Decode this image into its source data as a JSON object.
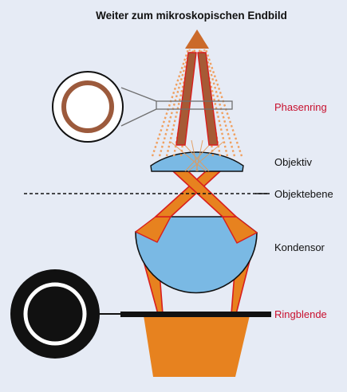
{
  "title": "Weiter zum mikroskopischen Endbild",
  "labels": {
    "phasenring": "Phasenring",
    "objektiv": "Objektiv",
    "objektebene": "Objektebene",
    "kondensor": "Kondensor",
    "ringblende": "Ringblende"
  },
  "colors": {
    "background": "#e6ebf5",
    "lens": "#7ab9e4",
    "light": "#e7821f",
    "ray_outline": "#d81e1e",
    "phase_ring": "#9c5a3c",
    "red_label": "#c8102e"
  }
}
